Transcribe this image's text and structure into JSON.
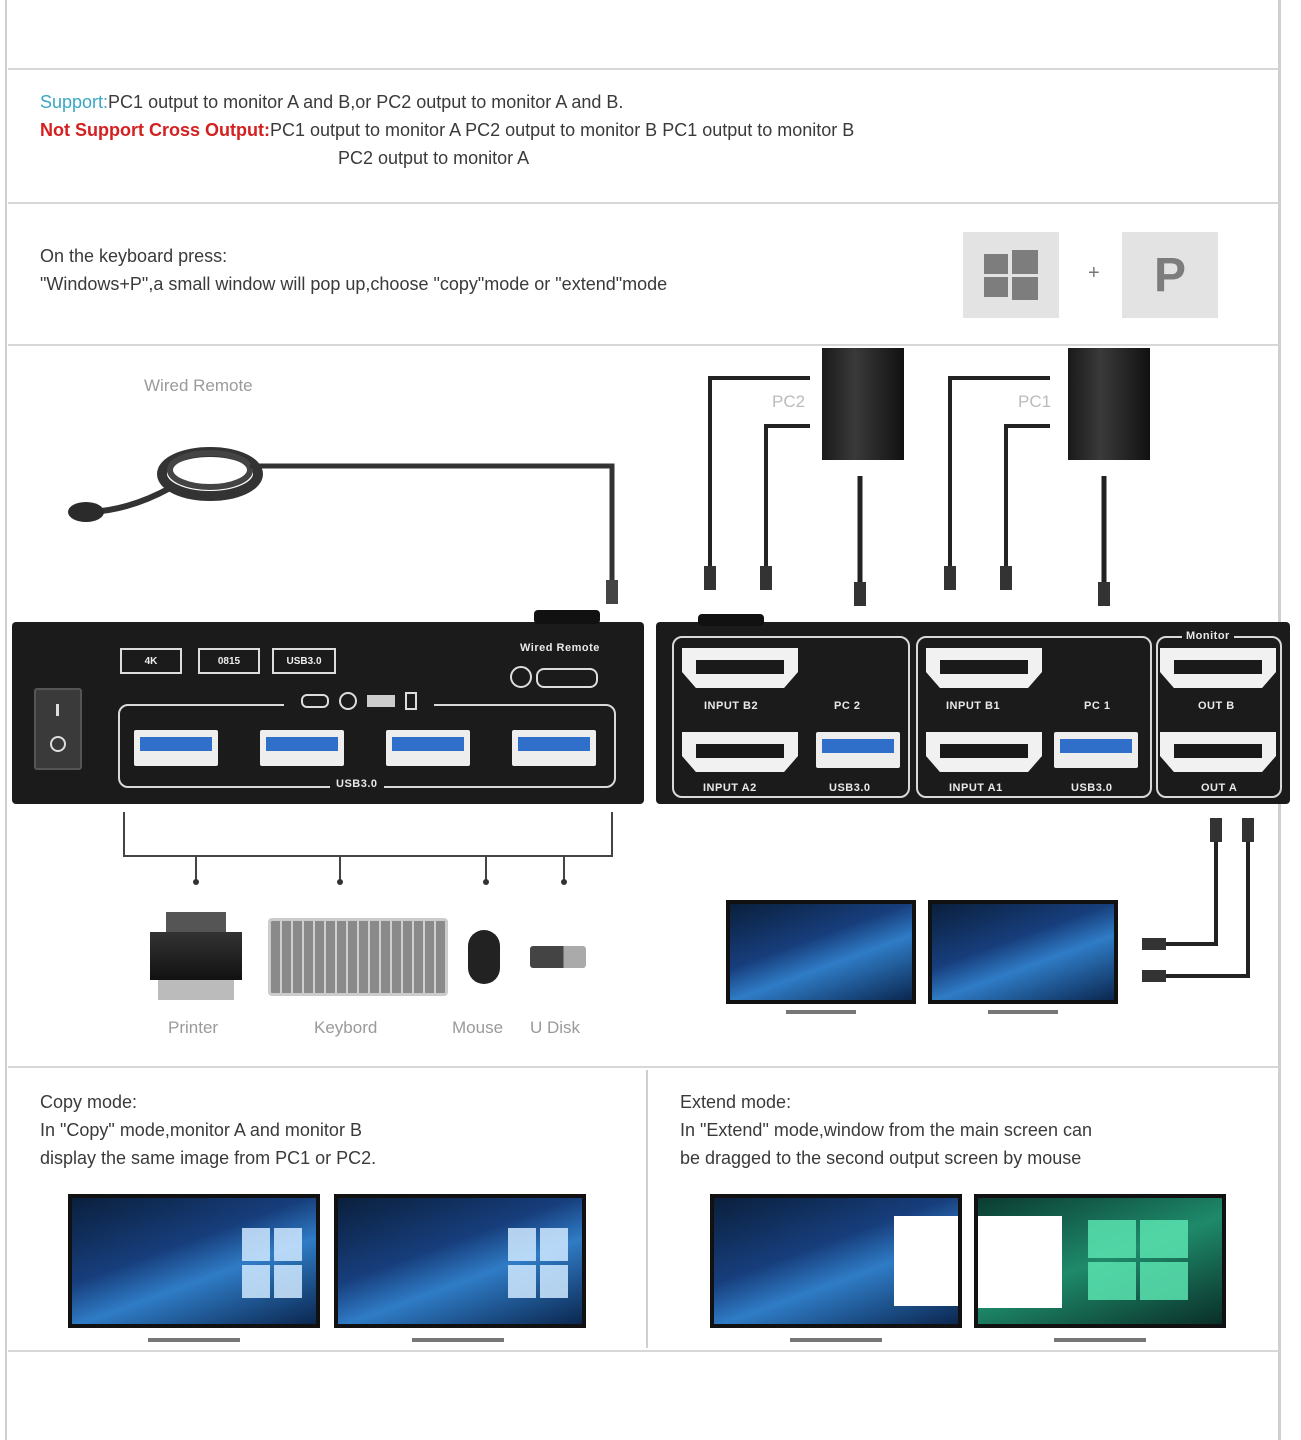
{
  "support": {
    "label": "Support:",
    "text": "PC1 output to monitor A and B,or PC2 output to monitor A and B."
  },
  "not_support": {
    "label": "Not Support Cross Output:",
    "line1": "PC1 output to monitor A   PC2 output to monitor B   PC1 output to monitor B",
    "line2": "PC2 output to monitor A"
  },
  "keyboard": {
    "heading": "On the keyboard press:",
    "text": "\"Windows+P\",a small window will pop up,choose \"copy\"mode or \"extend\"mode",
    "plus": "+",
    "key_p": "P",
    "icons": [
      "windows-logo-icon"
    ]
  },
  "wired_remote_caption": "Wired Remote",
  "pc_labels": {
    "pc2": "PC2",
    "pc1": "PC1"
  },
  "kvm_left": {
    "badges": [
      "4K",
      "0815",
      "USB3.0"
    ],
    "wired_remote": "Wired Remote",
    "usb_label": "USB3.0",
    "icons": [
      "power-switch-icon",
      "mouse-icon",
      "keyboard-icon",
      "usb-icon",
      "remote-jack-icon"
    ]
  },
  "kvm_right": {
    "monitor_label": "Monitor",
    "labels": [
      "INPUT B2",
      "PC 2",
      "INPUT B1",
      "PC 1",
      "OUT B",
      "INPUT A2",
      "USB3.0",
      "INPUT A1",
      "USB3.0",
      "OUT A"
    ]
  },
  "peripherals": [
    "Printer",
    "Keybord",
    "Mouse",
    "U Disk"
  ],
  "copy_mode": {
    "heading": "Copy mode:",
    "line1": "In \"Copy\" mode,monitor A and monitor B",
    "line2": "display the same image from PC1 or PC2."
  },
  "extend_mode": {
    "heading": "Extend mode:",
    "line1": "In \"Extend\" mode,window from the main screen can",
    "line2": "be dragged to the second output screen by mouse"
  },
  "colors": {
    "accent": "#3aa6c4",
    "warning": "#d42020",
    "device": "#1b1b1b",
    "usb_blue": "#2f6fc9"
  }
}
